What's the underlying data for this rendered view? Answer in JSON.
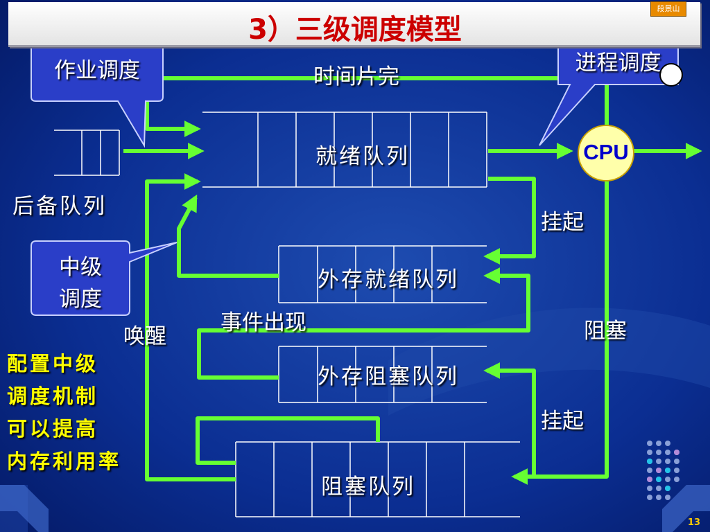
{
  "slide": {
    "title": "3）三级调度模型",
    "badge": "段景山",
    "page_number": "13"
  },
  "callouts": {
    "job_scheduling": "作业调度",
    "process_scheduling": "进程调度",
    "medium_scheduling": [
      "中级",
      "调度"
    ]
  },
  "labels": {
    "time_slice_over": "时间片完",
    "backup_queue": "后备队列",
    "cpu": "CPU",
    "suspend_top": "挂起",
    "suspend_bottom": "挂起",
    "event_occurs": "事件出现",
    "wakeup": "唤醒",
    "block": "阻塞"
  },
  "queues": {
    "ready": "就绪队列",
    "ext_ready": "外存就绪队列",
    "ext_blocked": "外存阻塞队列",
    "blocked": "阻塞队列"
  },
  "note": [
    "配置中级",
    "调度机制",
    "可以提高",
    "内存利用率"
  ],
  "colors": {
    "background": "#0a2a8a",
    "arrow": "#66ff33",
    "title": "#cc0000",
    "note": "#ffff00",
    "cpu_fill": "#ffffaa",
    "callout_fill": "#2a3ec8"
  }
}
